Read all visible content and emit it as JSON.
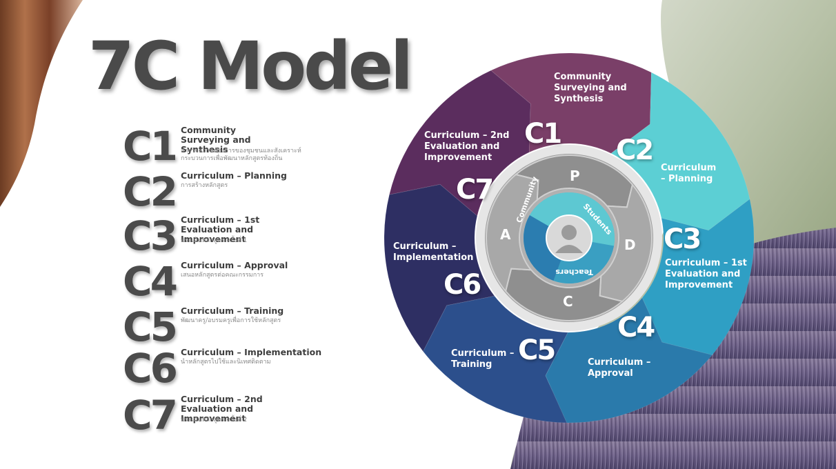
{
  "title": "7C Model",
  "colors": {
    "c1": "#7a3f68",
    "c2": "#5ccfd4",
    "c3": "#2f9fc4",
    "c4": "#2a7aab",
    "c5": "#2c4f8c",
    "c6": "#2e2f63",
    "c7": "#5b2d5e",
    "ring_gray": "#a9a9a9",
    "text_dark": "#4a4a4a"
  },
  "list": [
    {
      "code": "C1",
      "name": "Community Surveying and Synthesis",
      "sub": "สำรวจความต้องการของชุมชนและสังเคราะห์ กระบวนการเพื่อพัฒนาหลักสูตรท้องถิ่น"
    },
    {
      "code": "C2",
      "name": "Curriculum – Planning",
      "sub": "การสร้างหลักสูตร"
    },
    {
      "code": "C3",
      "name": "Curriculum – 1st Evaluation and Improvement",
      "sub": "ประเมินหลักสูตร ครั้งที่ 1"
    },
    {
      "code": "C4",
      "name": "Curriculum – Approval",
      "sub": "เสนอหลักสูตรต่อคณะกรรมการ"
    },
    {
      "code": "C5",
      "name": "Curriculum – Training",
      "sub": "พัฒนาครู/อบรมครูเพื่อการใช้หลักสูตร"
    },
    {
      "code": "C6",
      "name": "Curriculum – Implementation",
      "sub": "นำหลักสูตรไปใช้และนิเทศติดตาม"
    },
    {
      "code": "C7",
      "name": "Curriculum – 2nd Evaluation and Improvement",
      "sub": "ประเมินหลักสูตร ครั้งที่ 2"
    }
  ],
  "wheel": {
    "segments": [
      {
        "code": "C1",
        "label": "Community Surveying and Synthesis"
      },
      {
        "code": "C2",
        "label": "Curriculum – Planning"
      },
      {
        "code": "C3",
        "label": "Curriculum – 1st Evaluation and Improvement"
      },
      {
        "code": "C4",
        "label": "Curriculum – Approval"
      },
      {
        "code": "C5",
        "label": "Curriculum – Training"
      },
      {
        "code": "C6",
        "label": "Curriculum – Implementation"
      },
      {
        "code": "C7",
        "label": "Curriculum – 2nd Evaluation and Improvement"
      }
    ],
    "pdca": [
      "P",
      "D",
      "C",
      "A"
    ],
    "center": [
      "Community",
      "Students",
      "Teachers"
    ]
  }
}
